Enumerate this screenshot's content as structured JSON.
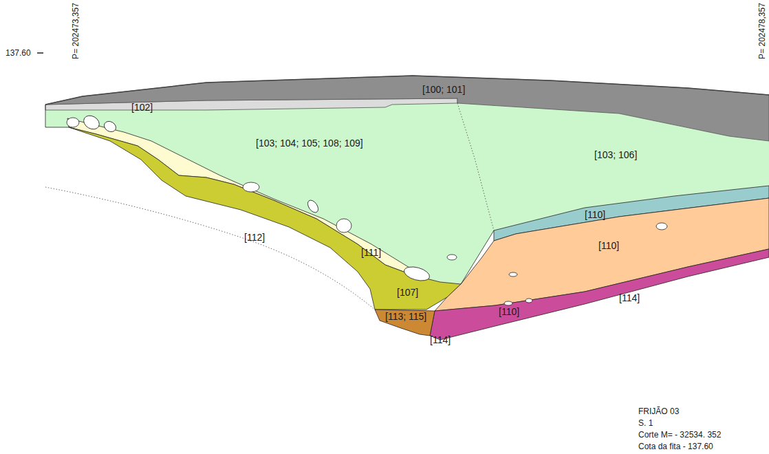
{
  "diagram": {
    "nodes": [
      {
        "text": [
          "[100; 101]"
        ]
      },
      {
        "text": [
          "[102]"
        ]
      },
      {
        "text": [
          "[103; 104; 105; 108; 109]"
        ]
      },
      {
        "text": [
          "[103; 106]"
        ]
      },
      {
        "text": [
          "[110]"
        ]
      },
      {
        "text": [
          "[110]"
        ]
      },
      {
        "text": [
          "[111]"
        ]
      },
      {
        "text": [
          "[107]"
        ]
      },
      {
        "text": [
          "[113; 115]"
        ]
      },
      {
        "text": [
          "[110]"
        ]
      }
    ],
    "labels": [
      "137.60",
      "P= 202473,357",
      "P= 202478,357",
      "[112]",
      "[114]",
      "[114]",
      "FRIJÃO 03",
      "S. 1",
      "Corte M= - 32534. 352",
      "Cota da fita - 137.60"
    ]
  }
}
